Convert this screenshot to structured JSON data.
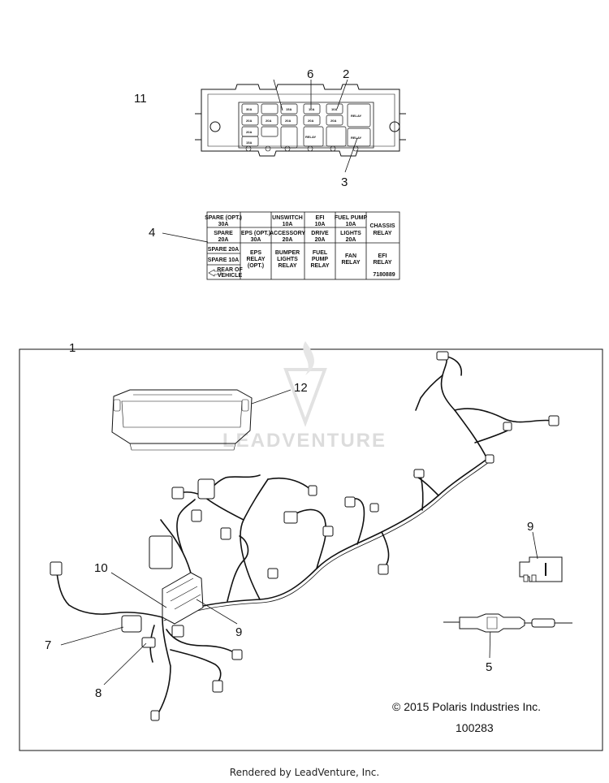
{
  "callouts": {
    "c1": "1",
    "c2": "2",
    "c3": "3",
    "c4": "4",
    "c5": "5",
    "c6": "6",
    "c7": "7",
    "c8": "8",
    "c9a": "9",
    "c9b": "9",
    "c10": "10",
    "c11": "11",
    "c12": "12"
  },
  "fuse_box": {
    "top_row": [
      "30A",
      "",
      "15A",
      "10A",
      "10A",
      "RELAY"
    ],
    "mid_row": [
      "20A",
      "20A",
      "20A",
      "20A",
      "20A"
    ],
    "low_row": [
      "20A",
      "",
      "RELAY",
      "",
      "",
      "RELAY"
    ],
    "bottom": "15A"
  },
  "fuse_label": {
    "r1": [
      "SPARE (OPT.)",
      "30A",
      "UNSWITCH",
      "10A",
      "EFI",
      "10A",
      "FUEL PUMP",
      "10A",
      "CHASSIS",
      "RELAY"
    ],
    "r2": [
      "SPARE",
      "20A",
      "EPS (OPT.)",
      "30A",
      "ACCESSORY",
      "20A",
      "DRIVE",
      "20A",
      "LIGHTS",
      "20A"
    ],
    "r3": [
      "SPARE 20A",
      "SPARE 10A",
      "REAR OF",
      "VEHICLE",
      "EPS",
      "RELAY",
      "(OPT.)",
      "BUMPER",
      "LIGHTS",
      "RELAY",
      "FUEL",
      "PUMP",
      "RELAY",
      "FAN",
      "RELAY",
      "EFI",
      "RELAY",
      "7180889"
    ]
  },
  "watermark": "LEADVENTURE",
  "copyright": "© 2015 Polaris Industries Inc.",
  "figure_number": "100283",
  "footer": "Rendered by LeadVenture, Inc."
}
